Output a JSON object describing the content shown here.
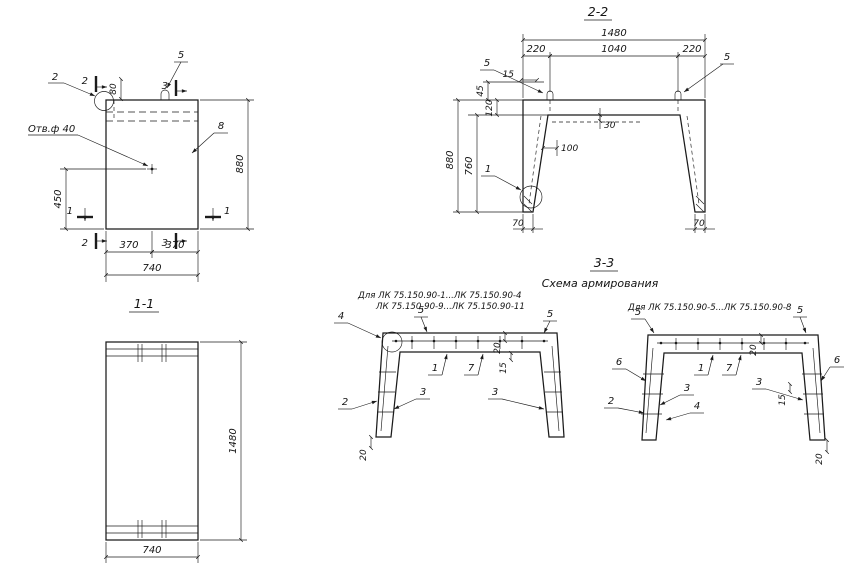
{
  "drawing": {
    "front": {
      "callout_2": "2",
      "section_mark_2": "2",
      "section_mark_3": "3",
      "section_mark_1": "1",
      "callout_5": "5",
      "callout_8": "8",
      "hole_label": "Отв.ф 40",
      "dim_80": "80",
      "dim_450": "450",
      "dim_880": "880",
      "dim_370_left": "370",
      "dim_370_right": "370",
      "dim_740": "740"
    },
    "plan": {
      "title": "1-1",
      "dim_1480": "1480",
      "dim_740": "740"
    },
    "section2": {
      "title": "2-2",
      "dim_1480": "1480",
      "dim_220_left": "220",
      "dim_1040": "1040",
      "dim_220_right": "220",
      "callout_5_left": "5",
      "callout_5_right": "5",
      "dim_15": "15",
      "dim_45": "45",
      "dim_120": "120",
      "dim_880": "880",
      "dim_760": "760",
      "dim_30": "30",
      "dim_100": "100",
      "callout_1": "1",
      "dim_70_left": "70",
      "dim_70_right": "70"
    },
    "scheme": {
      "title": "3-3",
      "subtitle": "Схема армирования",
      "left": {
        "note_line1": "Для ЛК 75.150.90-1...ЛК 75.150.90-4",
        "note_line2": "ЛК 75.150.90-9...ЛК 75.150.90-11",
        "callout_4": "4",
        "callout_5_left": "5",
        "callout_5_right": "5",
        "dim_20_top": "20",
        "callout_1": "1",
        "callout_7": "7",
        "dim_15": "15",
        "callout_3_left": "3",
        "callout_3_right": "3",
        "callout_2": "2",
        "dim_20_bottom": "20"
      },
      "right": {
        "note_line1": "Для ЛК 75.150.90-5...ЛК 75.150.90-8",
        "callout_5_left": "5",
        "callout_5_right": "5",
        "callout_6_left": "6",
        "callout_6_right": "6",
        "dim_20_top": "20",
        "callout_1": "1",
        "callout_7": "7",
        "callout_3_left": "3",
        "callout_3_right": "3",
        "dim_15": "15",
        "callout_2": "2",
        "callout_4": "4",
        "dim_20_bottom": "20"
      }
    }
  }
}
